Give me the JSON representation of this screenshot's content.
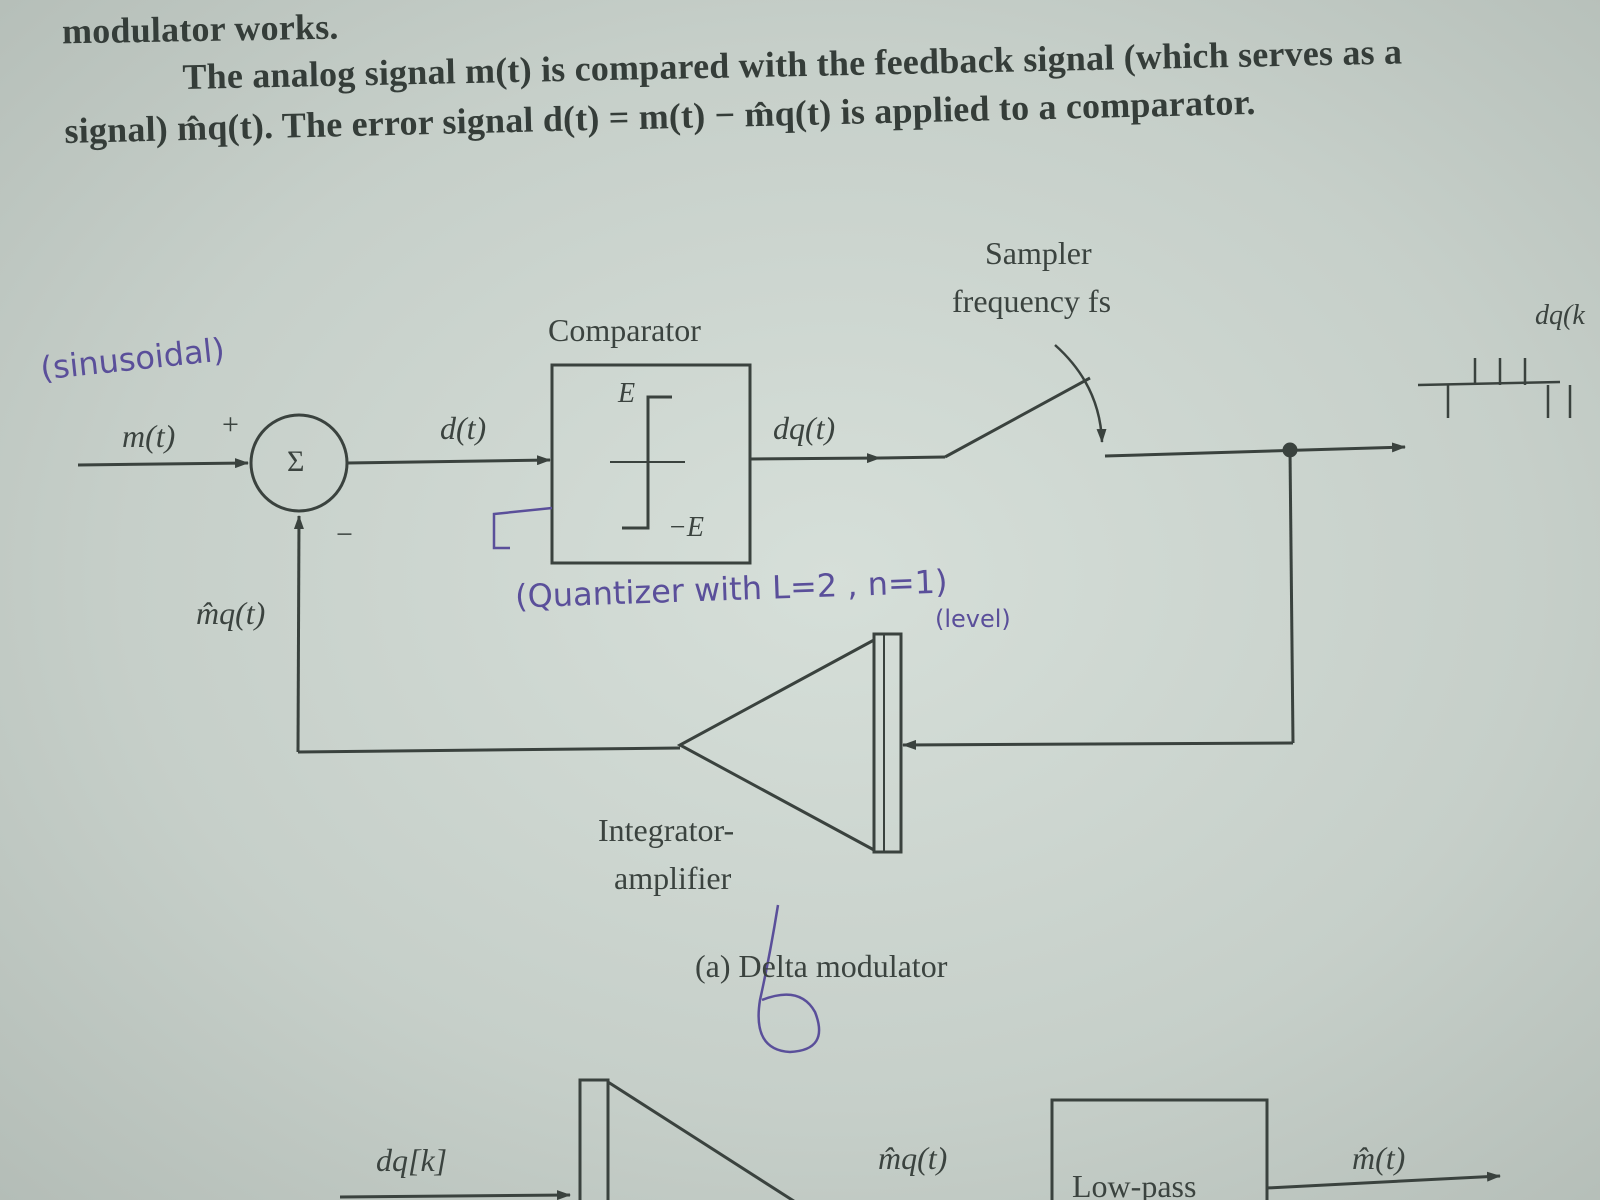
{
  "text": {
    "line0": "modulator works.",
    "line1": "The analog signal m(t) is compared with the feedback signal (which serves as a",
    "line2": "signal) m̂q(t). The error signal d(t) = m(t) − m̂q(t) is applied to a comparator."
  },
  "diagram": {
    "labels": {
      "input": "m(t)",
      "plus": "+",
      "minus": "−",
      "sum": "Σ",
      "error": "d(t)",
      "comparator_title": "Comparator",
      "level_high": "E",
      "level_low": "−E",
      "comparator_out": "dq(t)",
      "sampler_line1": "Sampler",
      "sampler_line2": "frequency fs",
      "output_partial": "dq(k",
      "feedback": "m̂q(t)",
      "integrator_line1": "Integrator-",
      "integrator_line2": "amplifier",
      "caption": "(a) Delta modulator",
      "bottom_in": "dq[k]",
      "bottom_mid": "m̂q(t)",
      "bottom_box": "Low-pass",
      "bottom_out": "m̂(t)"
    },
    "handwriting": {
      "note_top": "(sinusoidal)",
      "note_quantizer": "(Quantizer with L=2 , n=1)",
      "note_level": "(level)"
    }
  }
}
